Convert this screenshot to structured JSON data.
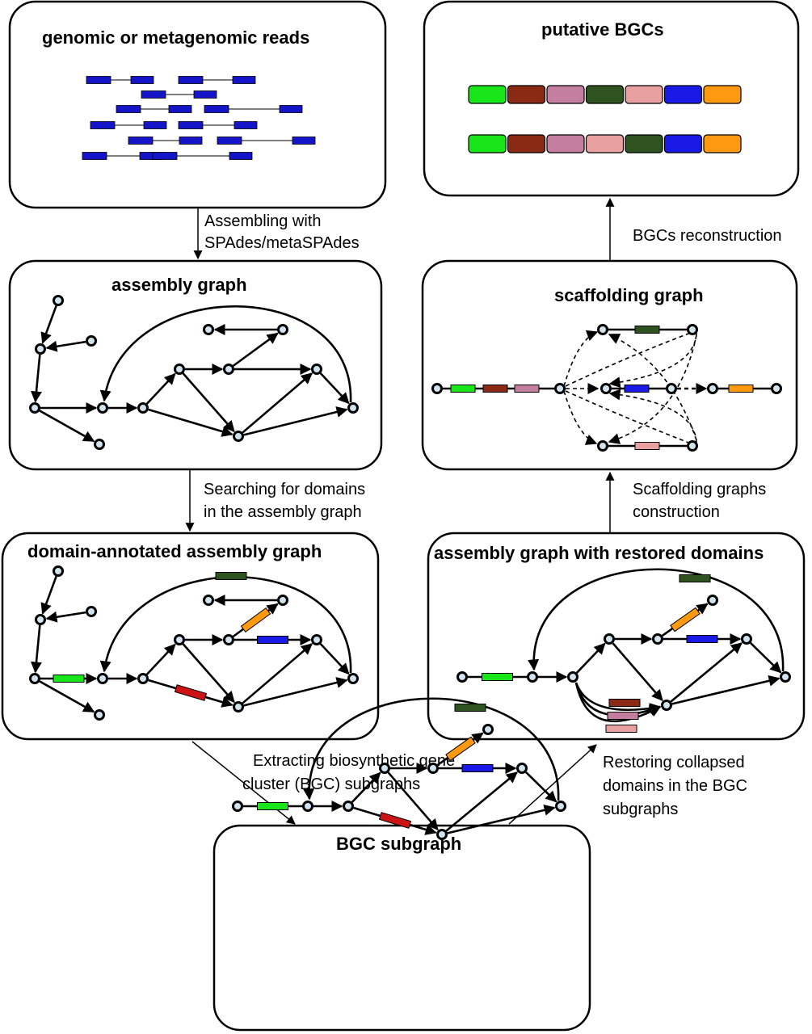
{
  "panels": {
    "reads": {
      "title": "genomic or metagenomic reads"
    },
    "putative": {
      "title": "putative BGCs"
    },
    "assembly": {
      "title": "assembly graph"
    },
    "scaffolding": {
      "title": "scaffolding graph"
    },
    "annotated": {
      "title": "domain-annotated assembly graph"
    },
    "restored": {
      "title": "assembly graph with restored domains"
    },
    "subgraph": {
      "title": "BGC subgraph"
    }
  },
  "steps": {
    "assembling": [
      "Assembling with",
      "SPAdes/metaSPAdes"
    ],
    "reconstruction": [
      "BGCs reconstruction"
    ],
    "searching": [
      "Searching for domains",
      "in the assembly graph"
    ],
    "scaffolding": [
      "Scaffolding graphs",
      "construction"
    ],
    "extracting": [
      "Extracting biosynthetic gene",
      "cluster (BGC) subgraphs"
    ],
    "restoring": [
      "Restoring collapsed",
      "domains in the BGC",
      "subgraphs"
    ]
  },
  "colors": {
    "read_block": "#1414c8",
    "node_fill": "#cfe4ef",
    "green": "#19e619",
    "brown": "#8a2a14",
    "mauve": "#c47fa0",
    "dark_green": "#2f5320",
    "pink": "#e8a0a0",
    "blue": "#1a1ae6",
    "orange": "#ff9a10",
    "red": "#cc1414"
  },
  "putative_bgcs": [
    [
      "green",
      "brown",
      "mauve",
      "dark_green",
      "pink",
      "blue",
      "orange"
    ],
    [
      "green",
      "brown",
      "mauve",
      "pink",
      "dark_green",
      "blue",
      "orange"
    ]
  ]
}
